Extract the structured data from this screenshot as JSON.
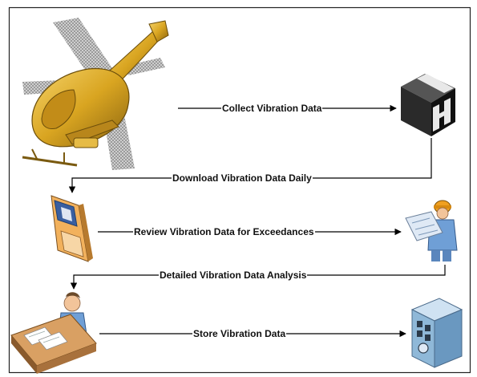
{
  "diagram": {
    "steps": [
      {
        "id": "collect",
        "label": "Collect Vibration Data"
      },
      {
        "id": "download",
        "label": "Download Vibration Data Daily"
      },
      {
        "id": "review",
        "label": "Review Vibration Data for Exceedances"
      },
      {
        "id": "analysis",
        "label": "Detailed Vibration Data Analysis"
      },
      {
        "id": "store",
        "label": "Store Vibration Data"
      }
    ],
    "nodes": [
      {
        "id": "helicopter",
        "icon": "helicopter-icon"
      },
      {
        "id": "recorder",
        "icon": "data-recorder-box-icon"
      },
      {
        "id": "disk",
        "icon": "floppy-disk-icon"
      },
      {
        "id": "engineer",
        "icon": "engineer-with-plans-icon"
      },
      {
        "id": "analyst",
        "icon": "analyst-at-desk-icon"
      },
      {
        "id": "storage",
        "icon": "data-server-icon"
      }
    ],
    "colors": {
      "helicopter": "#d9a521",
      "disk": "#f2b15c",
      "person": "#6f9fd6",
      "hardhat": "#f0a020",
      "server": "#8fb8d8",
      "box": "#2a2a2a"
    }
  }
}
